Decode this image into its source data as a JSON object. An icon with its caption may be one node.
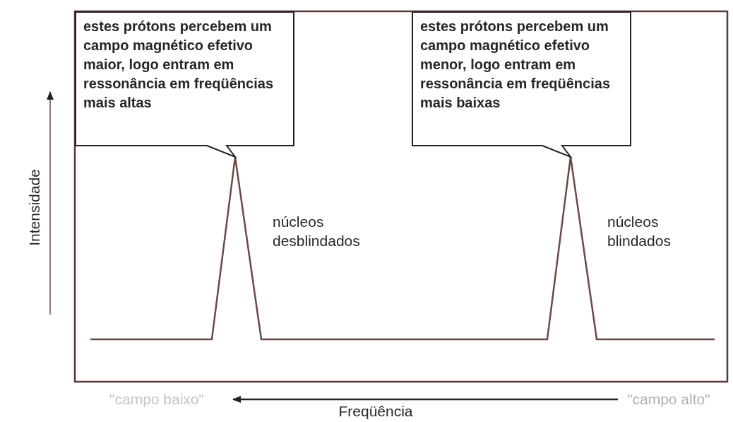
{
  "diagram": {
    "nodes": [
      {
        "text": [
          "estes prótons percebem um campo magnético efetivo maior, logo entram em ressonância em freqüências mais altas"
        ]
      },
      {
        "text": [
          "estes prótons percebem um campo magnético efetivo menor, logo entram em ressonância em freqüências mais baixas"
        ]
      }
    ],
    "edges": [],
    "labels": [
      "núcleos desblindados",
      "núcleos blindados",
      "Intensidade",
      "\"campo baixo\"",
      "\"campo alto\"",
      "Freqüência"
    ]
  }
}
